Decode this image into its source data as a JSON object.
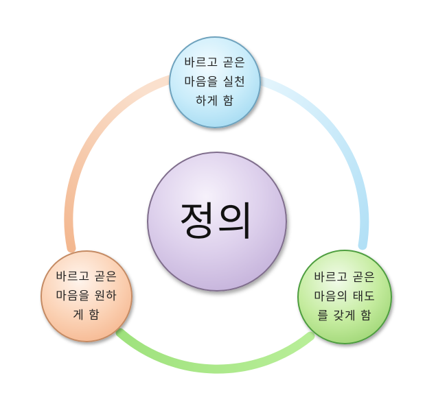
{
  "center": {
    "label": "정의"
  },
  "nodes": {
    "top": {
      "lines": [
        "바르고 곧은",
        "마음을 실천",
        "하게 함"
      ]
    },
    "left": {
      "lines": [
        "바르고 곧은",
        "마음을 원하",
        "게 함"
      ]
    },
    "right": {
      "lines": [
        "바르고 곧은",
        "마음의 태도",
        "를 갖게 함"
      ]
    }
  },
  "colors": {
    "arc_top_right": "#bfe6f8",
    "arc_bottom": "#a8e888",
    "arc_left": "#f6c7a8",
    "center_fill": "#d6c6e9",
    "top_fill": "#c9ecfa",
    "left_fill": "#fbd2b5",
    "right_fill": "#c5ec9f"
  }
}
